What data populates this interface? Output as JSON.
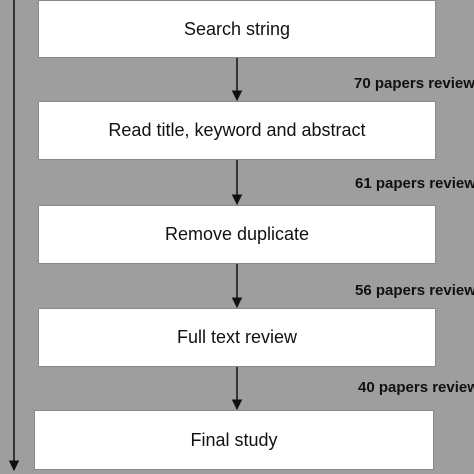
{
  "steps": [
    {
      "label": "Search string"
    },
    {
      "label": "Read title, keyword and abstract"
    },
    {
      "label": "Remove duplicate"
    },
    {
      "label": "Full text review"
    },
    {
      "label": "Final study"
    }
  ],
  "counts": [
    "70 papers review",
    "61 papers review",
    "56 papers review",
    "40 papers review"
  ],
  "colors": {
    "background": "#9e9e9e",
    "box": "#ffffff",
    "arrow": "#111111"
  }
}
